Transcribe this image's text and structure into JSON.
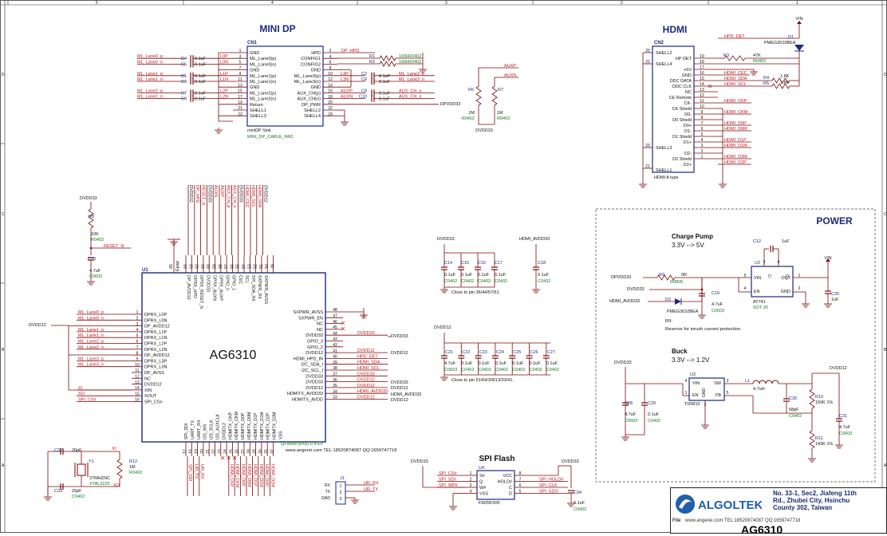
{
  "border": {
    "cols_top": [
      "5",
      "4",
      "3",
      "2",
      "1"
    ],
    "rows_left": [
      "D",
      "C",
      "B",
      "A"
    ],
    "rows_right": [
      "D",
      "C",
      "B",
      "A"
    ]
  },
  "sections": {
    "minidp": "MINI DP",
    "hdmi": "HDMI",
    "power": "POWER",
    "spi": "SPI Flash",
    "charge_pump": "Charge Pump",
    "charge_pump_sub": "3.3V --> 5V",
    "buck": "Buck",
    "buck_sub": "3.3V --> 1.2V"
  },
  "notes": {
    "close_pins_1": "Close to pin 36/44/57/61.",
    "close_pins_2": "Close to pin 51/64/3/8/13/33/41.",
    "r9_note_1": "R9:",
    "r9_note_2": "Reserve for inrush current protection.",
    "contact": "www.angerei.com TEL:18520874087 QQ:1659747718"
  },
  "cn1": {
    "ref": "CN1",
    "footer1": "miniDP Sink",
    "footer2": "MINI_DP_CABLE_PAD",
    "left_pins": [
      {
        "num": "1",
        "name": "GND"
      },
      {
        "num": "3",
        "name": "ML_Lane0(p)"
      },
      {
        "num": "5",
        "name": "ML_Lane0(n)"
      },
      {
        "num": "7",
        "name": "GND"
      },
      {
        "num": "9",
        "name": "ML_Lane1(p)"
      },
      {
        "num": "11",
        "name": "ML_Lane1(n)"
      },
      {
        "num": "13",
        "name": "GND"
      },
      {
        "num": "15",
        "name": "ML_Lane2(p)"
      },
      {
        "num": "17",
        "name": "ML_Lane2(n)"
      },
      {
        "num": "19",
        "name": "Return"
      },
      {
        "num": "21",
        "name": "SHELL1"
      },
      {
        "num": "23",
        "name": "SHELL3"
      }
    ],
    "right_pins": [
      {
        "num": "2",
        "name": "HPD"
      },
      {
        "num": "4",
        "name": "CONFIG1"
      },
      {
        "num": "6",
        "name": "CONFIG2"
      },
      {
        "num": "8",
        "name": "GND"
      },
      {
        "num": "10",
        "name": "ML_Lane3(p)"
      },
      {
        "num": "12",
        "name": "ML_Lane3(n)"
      },
      {
        "num": "14",
        "name": "GND"
      },
      {
        "num": "16",
        "name": "AUX_CH(p)"
      },
      {
        "num": "18",
        "name": "AUX_CH(n)"
      },
      {
        "num": "20",
        "name": "DP_PWR"
      },
      {
        "num": "22",
        "name": "SHELL2"
      },
      {
        "num": "24",
        "name": "SHELL4"
      }
    ],
    "left_nets": [
      "ML_Lane0_p",
      "ML_Lane0_n",
      "ML_Lane1_p",
      "ML_Lane1_n",
      "ML_Lane2_p",
      "ML_Lane2_n"
    ],
    "left_caps": [
      "C4",
      "C5",
      "C1",
      "C3",
      "C7",
      "C9"
    ],
    "left_cap_nets": [
      "L0P",
      "L0N",
      "L1P",
      "L1N",
      "L2P",
      "L2N"
    ],
    "right_nets": [
      "DP_HPD",
      "L3P",
      "L3N",
      "AUXP",
      "AUXN"
    ],
    "right_caps": [
      "C2",
      "C6",
      "C8",
      "C10"
    ],
    "right_far_nets": [
      "ML_Lane3_p",
      "ML_Lane3_n",
      "AUX_CH_p",
      "AUX_CH_n"
    ],
    "r1": "R1",
    "r2": "R2",
    "r1v": "100kR0402",
    "r2v": "100kR0402",
    "cap_value": "0.1uF",
    "dpvdd33": "DPVDD33"
  },
  "aux": {
    "auxp": "AUXP",
    "auxn": "AUXN",
    "r6": "R6",
    "r6v": "1M",
    "r6p": "R0402",
    "r7": "R7",
    "r7v": "1M",
    "r7p": "R0402",
    "dvdd33": "DVDD33"
  },
  "cn2": {
    "ref": "CN2",
    "footer": "HDMI A type",
    "right_pins": [
      "19",
      "18",
      "17",
      "16",
      "15",
      "14",
      "13",
      "12",
      "11",
      "10",
      "9",
      "8",
      "7",
      "6",
      "5",
      "4",
      "3",
      "2",
      "1"
    ],
    "names": [
      "SHELL2",
      "HP DET",
      "SHELL4",
      "+5V",
      "GND",
      "DDC DATA",
      "DDC CLK",
      "NC",
      "CE Remote",
      "CK-",
      "CK Shield",
      "D0-",
      "D0 Shield",
      "D0+",
      "D1-",
      "D1 Shield",
      "D1+",
      "SHELL3",
      "D2-",
      "D2 Shield",
      "D2+",
      "SHELL1"
    ],
    "left_pins": [
      "20",
      "22",
      "23",
      "21"
    ],
    "nets": {
      "hpd_det": "HPD_DET",
      "cec": "HDMI_CEC",
      "sda": "HDMI_SDA",
      "scl": "HDMI_SCL",
      "ckp": "HDMI_CKP",
      "ckm": "HDMI_CKM",
      "d0p": "HDMI_D0P",
      "d0m": "HDMI_D0M",
      "d1p": "HDMI_D1P",
      "d1m": "HDMI_D1M",
      "d2m": "HDMI_D2M",
      "d2p": "HDMI_D2P"
    },
    "r3": "R3",
    "r3v": "47K",
    "r3p": "R0402",
    "r4": "R4",
    "r4v": "1.8K",
    "r5": "R5",
    "r5v": "1.8K",
    "d1": "D1",
    "d1v": "PMEG3010BEA",
    "vin": "VIN"
  },
  "u1": {
    "ref": "U1",
    "name": "AG6310",
    "package": "QFN64P(8X8)-0.4-EP",
    "top_pin": "65",
    "epad": "Epad",
    "left_pins": [
      {
        "n": "1",
        "s": "DPRX_L0P",
        "net": "ML_Lane0_p"
      },
      {
        "n": "2",
        "s": "DPRX_L0N",
        "net": "ML_Lane0_n"
      },
      {
        "n": "3",
        "s": "DP_AVDD12",
        "net": ""
      },
      {
        "n": "4",
        "s": "DPRX_L1P",
        "net": "ML_Lane1_p"
      },
      {
        "n": "5",
        "s": "DPRX_L1N",
        "net": "ML_Lane1_n"
      },
      {
        "n": "6",
        "s": "DPRX_L2P",
        "net": "ML_Lane2_p"
      },
      {
        "n": "7",
        "s": "DPRX_L2N",
        "net": "ML_Lane2_n"
      },
      {
        "n": "8",
        "s": "DP_AVDD12",
        "net": ""
      },
      {
        "n": "9",
        "s": "DPRX_L3P",
        "net": "ML_Lane3_p"
      },
      {
        "n": "10",
        "s": "DPRX_L3N",
        "net": "ML_Lane3_n"
      },
      {
        "n": "11",
        "s": "DP_AVSS",
        "net": ""
      },
      {
        "n": "12",
        "s": "NC",
        "net": ""
      },
      {
        "n": "13",
        "s": "DVDD12",
        "net": ""
      },
      {
        "n": "14",
        "s": "XIN",
        "net": "XI"
      },
      {
        "n": "15",
        "s": "XOUT",
        "net": "XO"
      },
      {
        "n": "16",
        "s": "SPI_CSn",
        "net": "SPI_CS#"
      }
    ],
    "right_pins": [
      {
        "n": "48",
        "s": "SXPWR_AVSS",
        "net": ""
      },
      {
        "n": "47",
        "s": "SXPWR_EN",
        "net": ""
      },
      {
        "n": "46",
        "s": "NC",
        "net": ""
      },
      {
        "n": "45",
        "s": "NC",
        "net": ""
      },
      {
        "n": "44",
        "s": "DVDD33",
        "net": "DVDD33"
      },
      {
        "n": "43",
        "s": "GPIO_3",
        "net": ""
      },
      {
        "n": "42",
        "s": "GPIO_2",
        "net": ""
      },
      {
        "n": "41",
        "s": "DVDD12",
        "net": "DVDD12"
      },
      {
        "n": "40",
        "s": "HDMI_HPD_IN",
        "net": "HPD_DET"
      },
      {
        "n": "39",
        "s": "I2C_SDA_I",
        "net": "HDMI_SDA"
      },
      {
        "n": "38",
        "s": "I2C_SCL_I",
        "net": "HDMI_SCL"
      },
      {
        "n": "37",
        "s": "DVDD33",
        "net": "DVDD33"
      },
      {
        "n": "36",
        "s": "DVDD33",
        "net": "DVDD12"
      },
      {
        "n": "35",
        "s": "DVDD12",
        "net": "DVDD12"
      },
      {
        "n": "34",
        "s": "HDMITX_AVDD33",
        "net": "HDMI_AVDD33"
      },
      {
        "n": "33",
        "s": "HDMITX_AVDD",
        "net": "DVDD12"
      }
    ],
    "top_labels": [
      "DP_AVDD12",
      "DPRX_HPD",
      "DPRX_RESET_N",
      "DVDD33",
      "DPRX_AUXN",
      "DPRX_AUXP",
      "GPIO_0",
      "GPIO_1",
      "CEC",
      "SCL",
      "SPI_SDA_RX",
      "SXPWR_RX",
      "SXPWR_AVSS"
    ],
    "top_nets": [
      "DVDD12",
      "DP_HPD",
      "RESET_N",
      "DVDD33",
      "AUXN",
      "AUXP",
      "AUX_CH_p",
      "AUX_CH_n",
      "DVDD33",
      "HDMI_CEC",
      "HDMI_SCL",
      "HDMI_SDA",
      "DVDD12"
    ],
    "top_numbers": [
      "64",
      "63",
      "62",
      "61",
      "60",
      "59",
      "58",
      "57",
      "56",
      "55",
      "54",
      "53",
      "52",
      "51",
      "50",
      "49"
    ],
    "bottom_labels": [
      "SPI_SDI",
      "UART_TX",
      "UART_RX",
      "I2S_WS",
      "I2S_SCLK",
      "I2S_AUXCLK",
      "DVDD12",
      "HDMITX_CKP",
      "HDMITX_CKM",
      "HDMITX_D0P",
      "HDMITX_D0M",
      "HDMITX_D1P",
      "HDMITX_D1M",
      "HDMITX_D2P",
      "HDMITX_D2M",
      "VSS"
    ],
    "bottom_numbers": [
      "17",
      "18",
      "19",
      "20",
      "21",
      "22",
      "23",
      "24",
      "25",
      "26",
      "27",
      "28",
      "29",
      "30",
      "31",
      "32"
    ],
    "bottom_nets": [
      "SPI_SDI",
      "UR_TX",
      "UR_RX",
      "",
      "",
      "",
      "",
      "HDMI_CKP",
      "HDMI_CKM",
      "HDMI_D0P",
      "HDMI_D0M",
      "HDMI_D1P",
      "HDMI_D1M",
      "HDMI_D2P",
      "HDMI_D2M",
      ""
    ]
  },
  "reset": {
    "dvdd33": "DVDD33",
    "r8": "R8",
    "r8v": "10K",
    "r8p": "R0402",
    "net": "RESET_N",
    "c13": "C13",
    "c13v": "4.7uF",
    "c13p": "C0603",
    "dvdd12": "DVDD12"
  },
  "decoup1": {
    "rail": "DVDD33",
    "caps": [
      "C14",
      "C15",
      "C16",
      "C17"
    ],
    "vals": [
      "0.1uF",
      "0.1uF",
      "0.1uF",
      "0.1uF"
    ],
    "pkgs": [
      "C0402",
      "C0402",
      "C0402",
      "C0402"
    ]
  },
  "decoup_hdmi": {
    "rail": "HDMI_AVDD33",
    "cap": "C18",
    "val": "0.1uF",
    "pkg": "C0402"
  },
  "decoup2": {
    "rail": "DVDD12",
    "caps": [
      "C21",
      "C22",
      "C23",
      "C24",
      "C25",
      "C26",
      "C27"
    ],
    "vals": [
      "4.7uF",
      "0.1uF",
      "0.1uF",
      "0.1uF",
      "0.1uF",
      "0.1uF",
      "0.1uF"
    ],
    "pkgs": [
      "C0603",
      "C0402",
      "C0402",
      "C0402",
      "C0402",
      "C0402",
      "C0402"
    ]
  },
  "xtal": {
    "c32": "C32",
    "c32v": "20pF",
    "c33": "C33",
    "c33v": "20pF",
    "pkg": "C0402",
    "y1": "Y1",
    "freq": "27MHZNC",
    "xtal": "XTAL3225",
    "xi": "XI",
    "xo": "XO",
    "r12": "R12",
    "r12v": "1M",
    "r12p": "R0402"
  },
  "j1": {
    "ref": "J1",
    "pins": [
      "RX",
      "TX",
      "GND"
    ],
    "nums": [
      "1",
      "2",
      "3"
    ],
    "rx": "UR_RX",
    "tx": "UR_TX"
  },
  "u4": {
    "ref": "U4",
    "part": "FM25F005",
    "rail": "DVDD33",
    "left": [
      {
        "n": "1",
        "s": "S#",
        "net": "SPI_CS#"
      },
      {
        "n": "2",
        "s": "Q",
        "net": "SPI_SDI"
      },
      {
        "n": "3",
        "s": "W#",
        "net": "SPI_WP#"
      },
      {
        "n": "4",
        "s": "VSS",
        "net": ""
      }
    ],
    "right": [
      {
        "n": "8",
        "s": "VCC",
        "net": ""
      },
      {
        "n": "7",
        "s": "HOLD#",
        "net": "SPI_HOLD#"
      },
      {
        "n": "6",
        "s": "C",
        "net": "SPI_CLK"
      },
      {
        "n": "5",
        "s": "D",
        "net": "SPI_SDO"
      }
    ],
    "c34": "C34",
    "c34v": "0.1uF",
    "c34p": "C0402"
  },
  "pump": {
    "dpvdd33": "DPVDD33",
    "dvdd33": "DVDD33",
    "hdmi_avdd33": "HDMI_AVDD33",
    "r9": "R9",
    "r9v": "0R",
    "r9p": "R0805",
    "d2": "D2",
    "d2v": "PMEG3010BEA",
    "c19": "C19",
    "c19v": "4.7uF",
    "c19p": "C0603",
    "u2": "U2",
    "u2p": "AT741",
    "u2pkg": "SOT-26",
    "u2pins": {
      "vin": "VIN",
      "en": "EN",
      "c_minus": "C-",
      "c_plus": "C+",
      "out": "OUT",
      "gnd": "GND"
    },
    "u2nums": {
      "vin": "5",
      "en": "4",
      "c_minus": "3",
      "c_plus": "6",
      "out": "1",
      "gnd": "2"
    },
    "c12": "C12",
    "c12v": "1uF",
    "c20": "C20",
    "c20v": "1uF",
    "vin": "VIN"
  },
  "buck": {
    "dvdd33": "DVDD33",
    "dvdd12": "DVDD12",
    "u3": "U3",
    "u3p": "TD6810",
    "pins": {
      "vin": "VIN",
      "en": "EN",
      "sw": "SW",
      "gnd": "GND",
      "fb": "FB"
    },
    "nums": {
      "vin": "4",
      "en": "1",
      "sw": "3",
      "gnd": "2",
      "fb": "5"
    },
    "l1": "L1",
    "l1v": "4.7uH",
    "c28": "C28",
    "c28v": "4.7uF",
    "c28p": "C0603",
    "c29": "C29",
    "c29v": "0.1uF",
    "c29p": "C0402",
    "c30": "C30",
    "c30v": "68pF",
    "c30p": "C0402",
    "c31": "C31",
    "c31v": "4.7uF",
    "c31p": "C0603",
    "r10": "R10",
    "r10v": "150K 1%",
    "r11": "R11",
    "r11v": "143K 1%"
  },
  "titleblock": {
    "brand": "ALGOLTEK",
    "addr1": "No. 33-1, Sec2, Jiafeng 11th",
    "addr2": "Rd., Zhubei City, Hsinchu",
    "addr3": "County 302, Taiwan",
    "file": "File",
    "web": "www.angerei.com TEL:18520874087 QQ:1659747718",
    "chip": "AG6310"
  },
  "colors": {
    "wire": "#7a0a0a",
    "net": "#c2161f",
    "part": "#1d2a7c",
    "value": "#0e7a1e",
    "body": "#1d2a7c",
    "pin": "#8a1a1a",
    "text": "#111111"
  }
}
